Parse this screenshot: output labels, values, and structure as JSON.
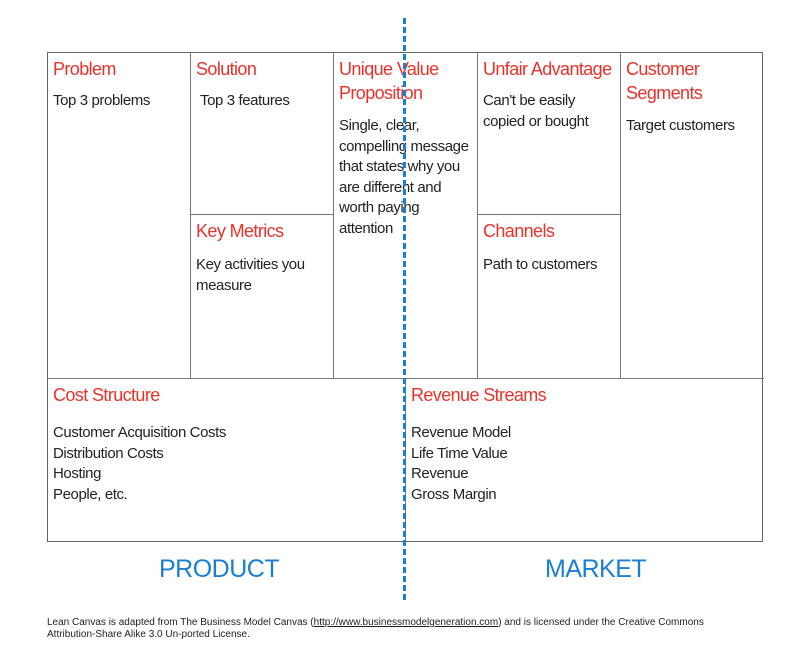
{
  "cells": {
    "problem": {
      "title": "Problem",
      "lines": [
        "Top 3 problems"
      ]
    },
    "solution": {
      "title": "Solution",
      "lines": [
        "Top 3 features"
      ]
    },
    "key_metrics": {
      "title": "Key Metrics",
      "lines": [
        "Key activities you",
        "measure"
      ]
    },
    "uvp": {
      "title_lines": [
        "Unique Value",
        "Proposition"
      ],
      "lines": [
        "Single, clear,",
        "compelling message",
        "that states why you",
        "are different and",
        "worth paying",
        "attention"
      ]
    },
    "unfair_advantage": {
      "title": "Unfair Advantage",
      "lines": [
        "Can't be easily",
        "copied or bought"
      ]
    },
    "channels": {
      "title": "Channels",
      "lines": [
        "Path to customers"
      ]
    },
    "customer_segments": {
      "title_lines": [
        "Customer",
        "Segments"
      ],
      "lines": [
        "Target customers"
      ]
    },
    "cost_structure": {
      "title": "Cost Structure",
      "lines": [
        "Customer Acquisition Costs",
        "Distribution Costs",
        "Hosting",
        "People, etc."
      ]
    },
    "revenue_streams": {
      "title": "Revenue Streams",
      "lines": [
        "Revenue Model",
        "Life Time Value",
        "Revenue",
        "Gross Margin"
      ]
    }
  },
  "labels": {
    "product": "PRODUCT",
    "market": "MARKET"
  },
  "footer": {
    "pre": "Lean Canvas is adapted from The Business Model Canvas (",
    "link": "http://www.businessmodelgeneration.com",
    "post": ") and is licensed under the Creative Commons",
    "line2": "Attribution-Share Alike 3.0 Un-ported License."
  },
  "colors": {
    "title": "#e8322a",
    "accent": "#1a7fd0",
    "border": "#666666"
  }
}
